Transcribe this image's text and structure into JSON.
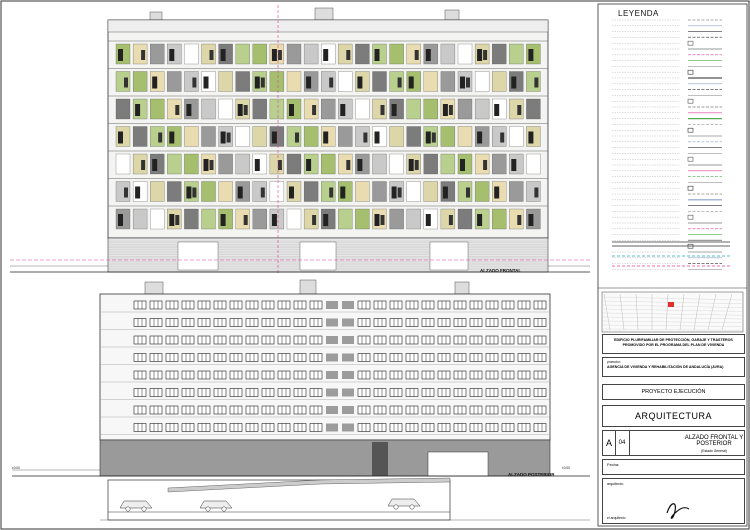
{
  "drawing": {
    "front_label": "ALZADO FRONTAL",
    "rear_label": "ALZADO POSTERIOR",
    "level_left": "±0.00",
    "level_right": "±0.00"
  },
  "legend": {
    "title": "LEYENDA"
  },
  "title_block": {
    "project_title": "EDIFICIO PLURIFAMILIAR DE PROTECCIÓN, GARAJE Y TRASTEROS PROMOVIDO POR EL PROGRAMA DEL PLAN DE VIVIENDA",
    "promoter_label": "promotor:",
    "promoter_name": "AGENCIA DE VIVIENDA Y REHABILITACIÓN DE ANDALUCÍA (AVRA)",
    "phase": "PROYECTO EJECUCIÓN",
    "discipline": "ARQUITECTURA",
    "sheet_letter": "A",
    "sheet_number": "04",
    "sheet_title": "ALZADO FRONTAL Y POSTERIOR",
    "sheet_subtitle": "(Estado General)",
    "fecha_label": "Fecha:",
    "arquitecto_label": "arquitecto:",
    "signature_label": "el arquitecto"
  }
}
